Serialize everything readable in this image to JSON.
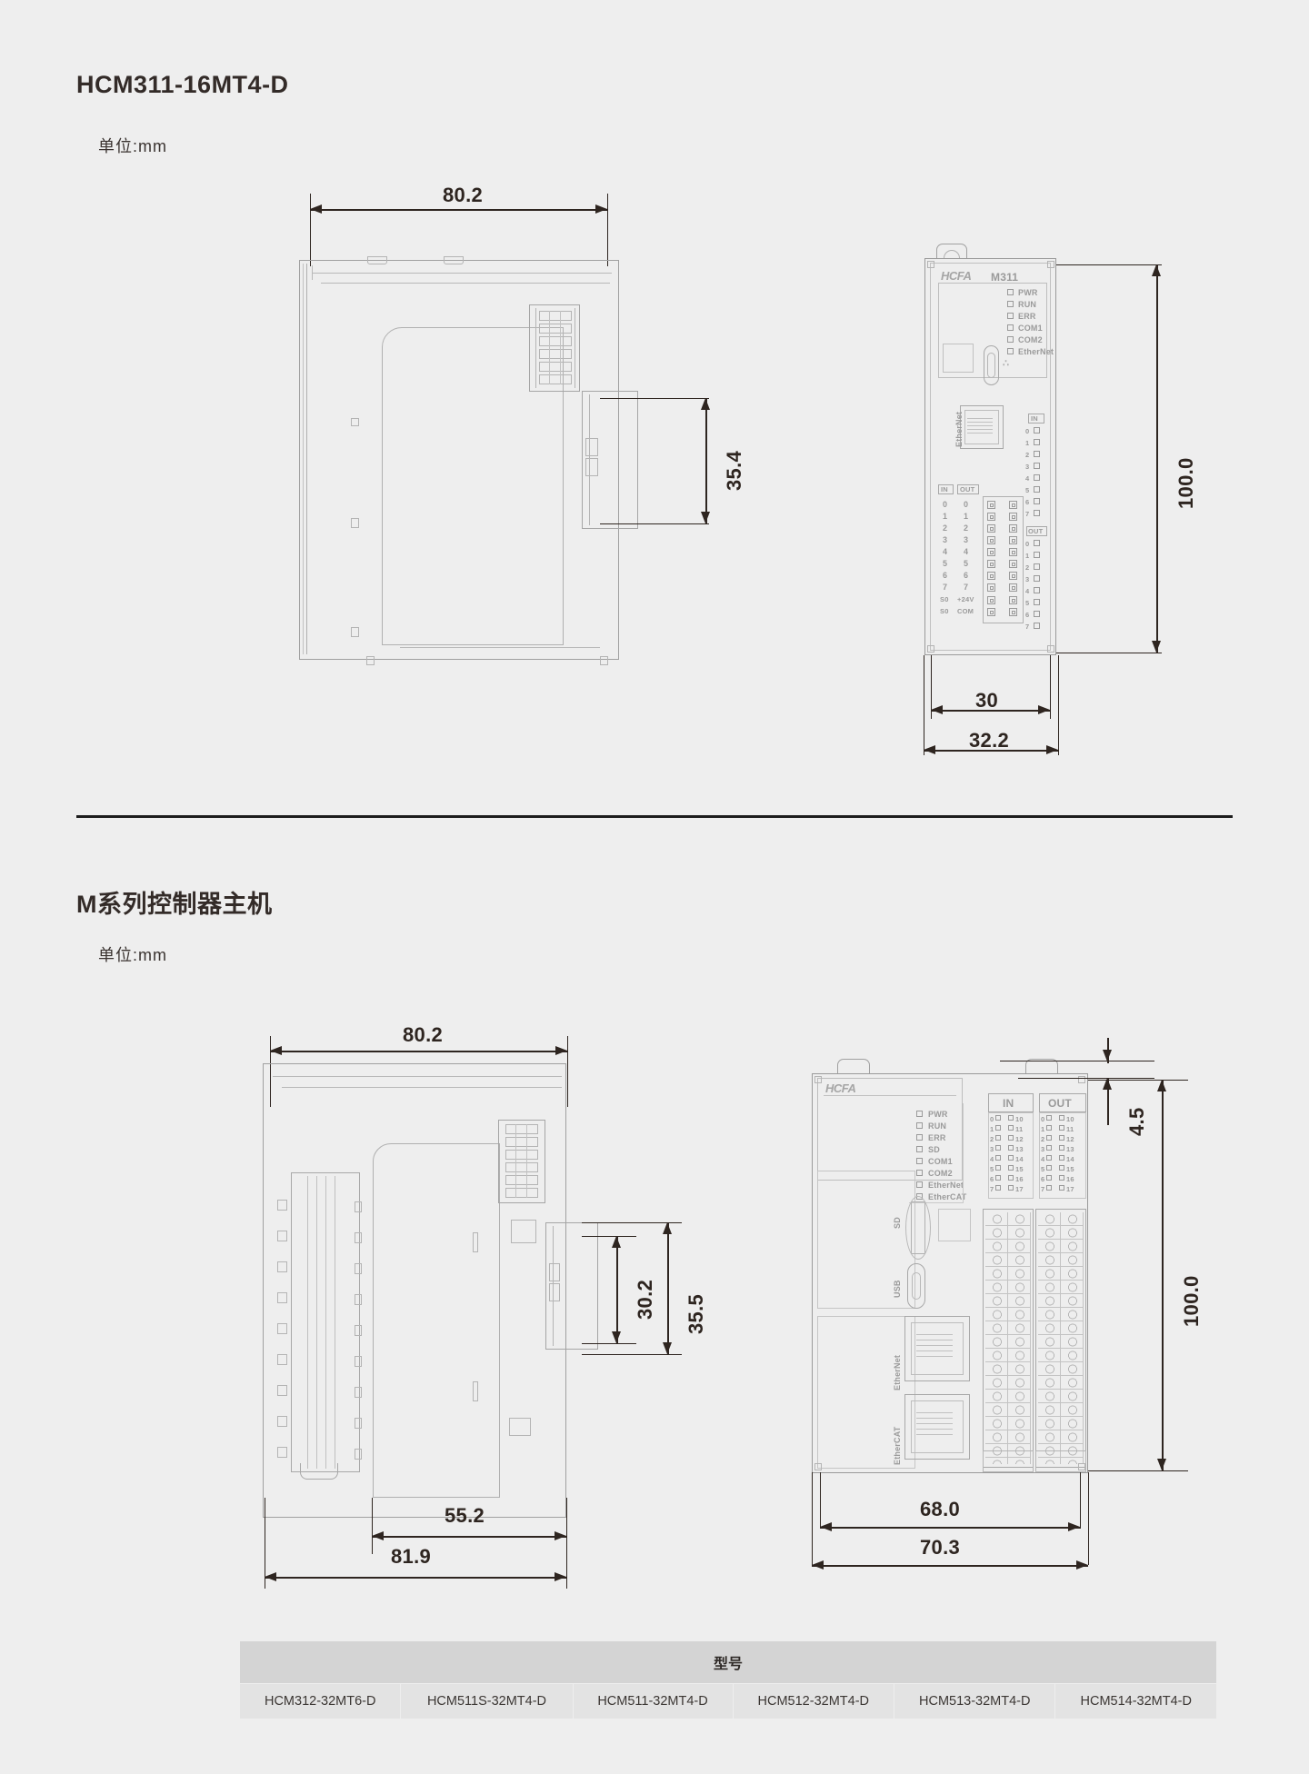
{
  "page": {
    "background": "#eeeeee",
    "ink": "#332b28",
    "cad_stroke": "#9a9a9a"
  },
  "section1": {
    "title": "HCM311-16MT4-D",
    "unit_label": "单位:mm",
    "dimensions": {
      "width_top": "80.2",
      "depth_side": "35.4",
      "height_right": "100.0",
      "width_front_inner": "30",
      "width_front_outer": "32.2"
    },
    "device": {
      "brand": "HCFA",
      "model": "M311",
      "leds": [
        "PWR",
        "RUN",
        "ERR",
        "COM1",
        "COM2",
        "EtherNet"
      ],
      "port_ethernet": "EtherNet",
      "terminal_header_in": "IN",
      "terminal_header_out": "OUT",
      "terminal_rows": [
        [
          "0",
          "0"
        ],
        [
          "1",
          "1"
        ],
        [
          "2",
          "2"
        ],
        [
          "3",
          "3"
        ],
        [
          "4",
          "4"
        ],
        [
          "5",
          "5"
        ],
        [
          "6",
          "6"
        ],
        [
          "7",
          "7"
        ],
        [
          "S0",
          "+24V"
        ],
        [
          "S0",
          "COM"
        ]
      ],
      "status_in_header": "IN",
      "status_in": [
        "0",
        "1",
        "2",
        "3",
        "4",
        "5",
        "6",
        "7"
      ],
      "status_out_header": "OUT",
      "status_out": [
        "0",
        "1",
        "2",
        "3",
        "4",
        "5",
        "6",
        "7"
      ]
    }
  },
  "section2": {
    "title": "M系列控制器主机",
    "unit_label": "单位:mm",
    "dimensions": {
      "width_top": "80.2",
      "depth_outer": "35.5",
      "depth_inner": "30.2",
      "width_inner_bottom": "55.2",
      "width_outer_bottom": "81.9",
      "height_right": "100.0",
      "top_offset": "4.5",
      "width_front_inner": "68.0",
      "width_front_outer": "70.3"
    },
    "device": {
      "brand": "HCFA",
      "leds": [
        "PWR",
        "RUN",
        "ERR",
        "SD",
        "COM1",
        "COM2",
        "EtherNet",
        "EtherCAT"
      ],
      "ports": [
        "SD",
        "USB",
        "EtherNet",
        "EtherCAT"
      ],
      "block_in_header": "IN",
      "block_out_header": "OUT",
      "channel_left": [
        "0",
        "1",
        "2",
        "3",
        "4",
        "5",
        "6",
        "7"
      ],
      "channel_right": [
        "10",
        "11",
        "12",
        "13",
        "14",
        "15",
        "16",
        "17"
      ]
    }
  },
  "model_table": {
    "header": "型号",
    "models": [
      "HCM312-32MT6-D",
      "HCM511S-32MT4-D",
      "HCM511-32MT4-D",
      "HCM512-32MT4-D",
      "HCM513-32MT4-D",
      "HCM514-32MT4-D"
    ]
  }
}
